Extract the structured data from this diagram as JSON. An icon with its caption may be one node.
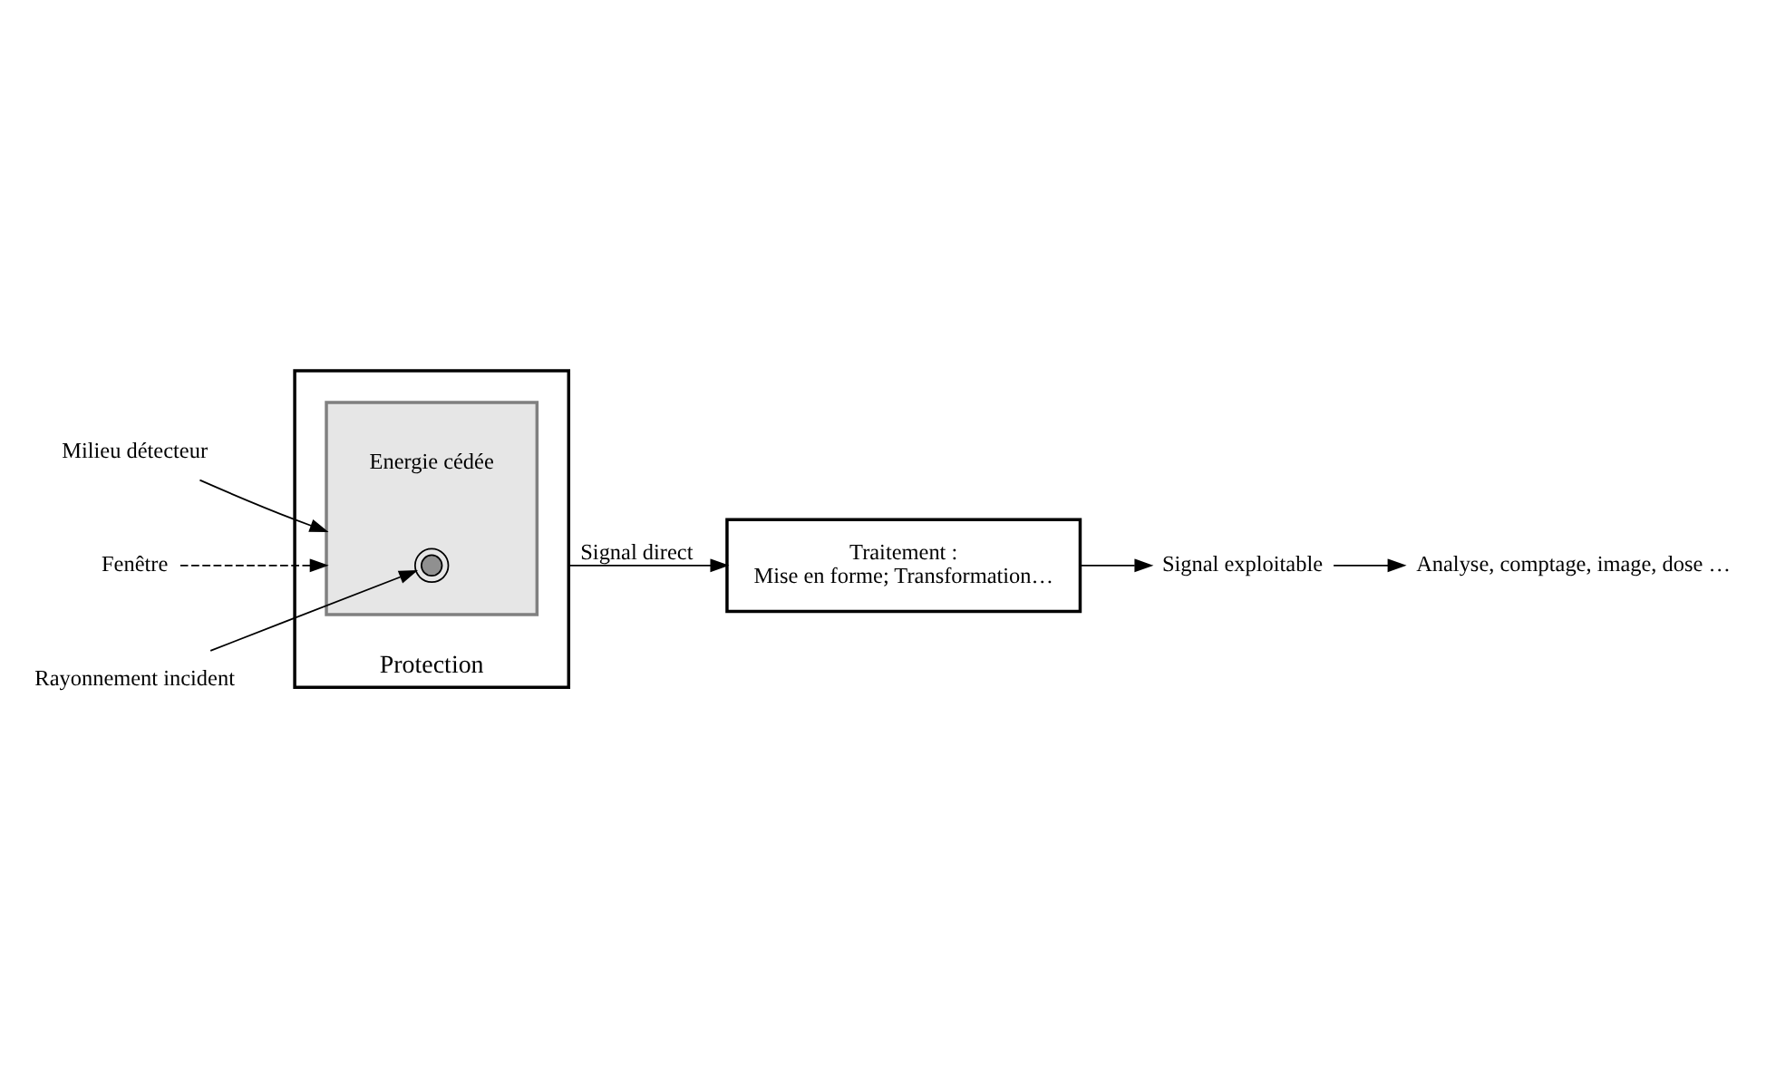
{
  "diagram": {
    "nodes": [
      {
        "text": [
          "Protection"
        ]
      },
      {
        "text": [],
        "shape": "box",
        "in": 0
      },
      {
        "text": [],
        "shape": "circle",
        "in": 1,
        "beside": [
          "Energie cédée"
        ]
      },
      {
        "text": [
          "Milieu détecteur"
        ]
      },
      {
        "text": [
          "Fenêtre"
        ]
      },
      {
        "text": [
          "Rayonnement incident"
        ]
      },
      {
        "text": [
          "Traitement :",
          "Mise en forme; Transformation…"
        ]
      },
      {
        "text": [
          "Signal exploitable"
        ]
      },
      {
        "text": [
          "Analyse, comptage, image, dose …"
        ]
      }
    ],
    "edges": [
      {
        "from": 3,
        "to": 1,
        "arrow": "to"
      },
      {
        "from": 4,
        "to": 1,
        "arrow": "to",
        "style": "dashed"
      },
      {
        "from": 5,
        "to": 2,
        "arrow": "to"
      },
      {
        "from": 0,
        "to": 6,
        "arrow": "to",
        "label": "Signal direct"
      },
      {
        "from": 6,
        "to": 7,
        "arrow": "to"
      },
      {
        "from": 7,
        "to": 8,
        "arrow": "to"
      }
    ]
  }
}
